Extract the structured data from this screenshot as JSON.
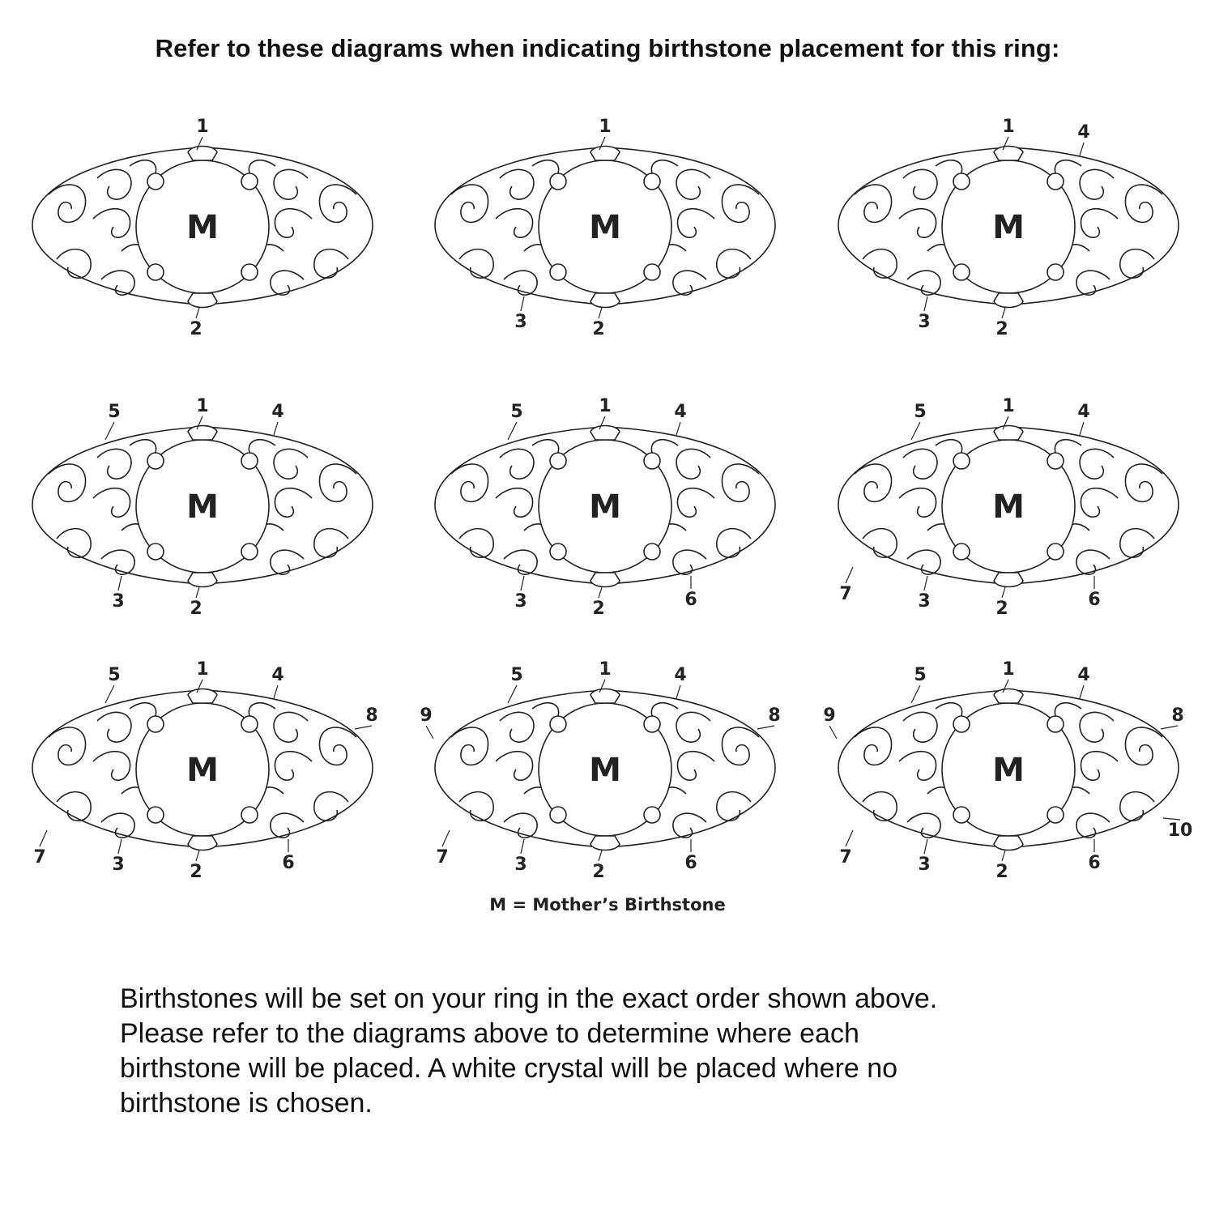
{
  "title": "Refer to these diagrams when indicating birthstone placement for this ring:",
  "center_label": "M",
  "legend": "M = Mother’s Birthstone",
  "note_lines": [
    "Birthstones will be set on your ring in the exact order shown above.",
    "Please refer to the diagrams above to determine where each",
    "birthstone will be placed. A white crystal will be placed where no",
    "birthstone is chosen."
  ],
  "diagrams": [
    {
      "stones": [
        "1",
        "2"
      ]
    },
    {
      "stones": [
        "1",
        "2",
        "3"
      ]
    },
    {
      "stones": [
        "1",
        "2",
        "3",
        "4"
      ]
    },
    {
      "stones": [
        "1",
        "2",
        "3",
        "4",
        "5"
      ]
    },
    {
      "stones": [
        "1",
        "2",
        "3",
        "4",
        "5",
        "6"
      ]
    },
    {
      "stones": [
        "1",
        "2",
        "3",
        "4",
        "5",
        "6",
        "7"
      ]
    },
    {
      "stones": [
        "1",
        "2",
        "3",
        "4",
        "5",
        "6",
        "7",
        "8"
      ]
    },
    {
      "stones": [
        "1",
        "2",
        "3",
        "4",
        "5",
        "6",
        "7",
        "8",
        "9"
      ]
    },
    {
      "stones": [
        "1",
        "2",
        "3",
        "4",
        "5",
        "6",
        "7",
        "8",
        "9",
        "10"
      ]
    }
  ]
}
